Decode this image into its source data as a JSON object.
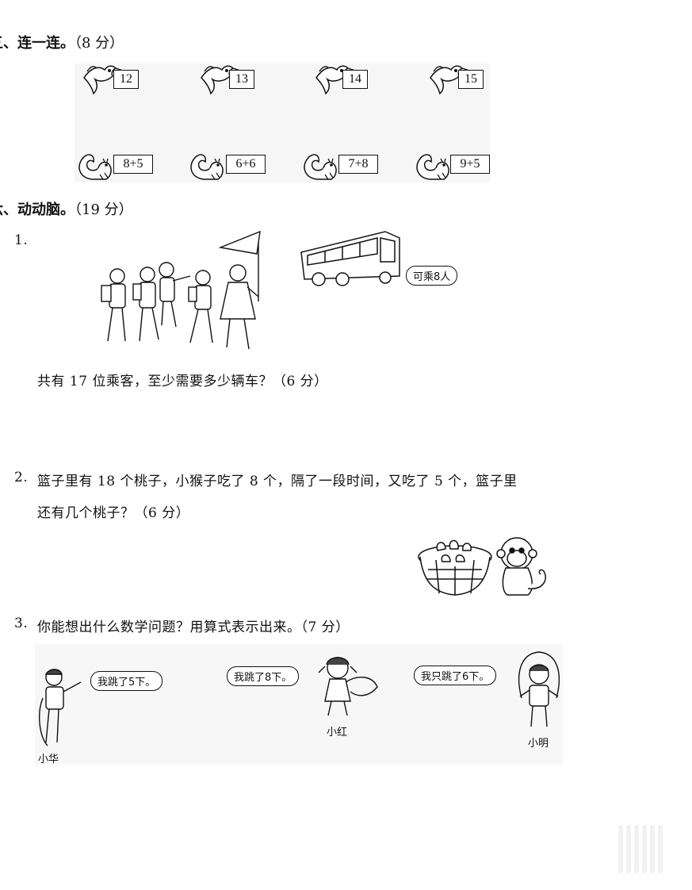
{
  "section5": {
    "title": "五、连一连。",
    "score": "（8 分）",
    "top_numbers": [
      "12",
      "13",
      "14",
      "15"
    ],
    "bottom_expressions": [
      "8+5",
      "6+6",
      "7+8",
      "9+5"
    ]
  },
  "section6": {
    "title": "六、动动脑。",
    "score": "（19 分）",
    "q1": {
      "number": "1.",
      "bus_capacity": "可乘8人",
      "question": "共有 17 位乘客，至少需要多少辆车？（6 分）"
    },
    "q2": {
      "number": "2.",
      "line1": "篮子里有 18 个桃子，小猴子吃了 8 个，隔了一段时间，又吃了 5 个，篮子里",
      "line2": "还有几个桃子？（6 分）"
    },
    "q3": {
      "number": "3.",
      "question": "你能想出什么数学问题？用算式表示出来。（7 分）",
      "kids": [
        {
          "name": "小华",
          "says": "我跳了5下。"
        },
        {
          "name": "小红",
          "says": "我跳了8下。"
        },
        {
          "name": "小明",
          "says": "我只跳了6下。"
        }
      ]
    }
  }
}
